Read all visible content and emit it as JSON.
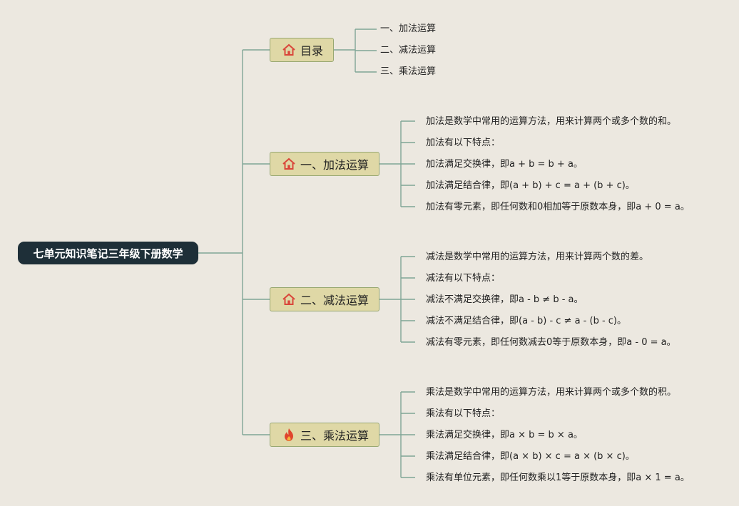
{
  "root": {
    "label": "七单元知识笔记三年级下册数学"
  },
  "colors": {
    "line": "#7fa596",
    "root_bg": "#1e2f38",
    "branch_bg": "#dfd8a6",
    "branch_border": "#98a872",
    "home_icon": "#d9463a",
    "fire_icon": "#e0452d"
  },
  "branches": [
    {
      "label": "目录",
      "icon": "home-icon",
      "items": [
        "一、加法运算",
        "二、减法运算",
        "三、乘法运算"
      ]
    },
    {
      "label": "一、加法运算",
      "icon": "home-icon",
      "items": [
        "加法是数学中常用的运算方法，用来计算两个或多个数的和。",
        "加法有以下特点：",
        "加法满足交换律，即a + b = b + a。",
        "加法满足结合律，即(a + b) + c = a + (b + c)。",
        "加法有零元素，即任何数和0相加等于原数本身，即a + 0 = a。"
      ]
    },
    {
      "label": "二、减法运算",
      "icon": "home-icon",
      "items": [
        "减法是数学中常用的运算方法，用来计算两个数的差。",
        "减法有以下特点：",
        "减法不满足交换律，即a - b ≠ b - a。",
        "减法不满足结合律，即(a - b) - c ≠ a - (b - c)。",
        "减法有零元素，即任何数减去0等于原数本身，即a - 0 = a。"
      ]
    },
    {
      "label": "三、乘法运算",
      "icon": "fire-icon",
      "items": [
        "乘法是数学中常用的运算方法，用来计算两个或多个数的积。",
        "乘法有以下特点：",
        "乘法满足交换律，即a × b = b × a。",
        "乘法满足结合律，即(a × b) × c = a × (b × c)。",
        "乘法有单位元素，即任何数乘以1等于原数本身，即a × 1 = a。"
      ]
    }
  ]
}
